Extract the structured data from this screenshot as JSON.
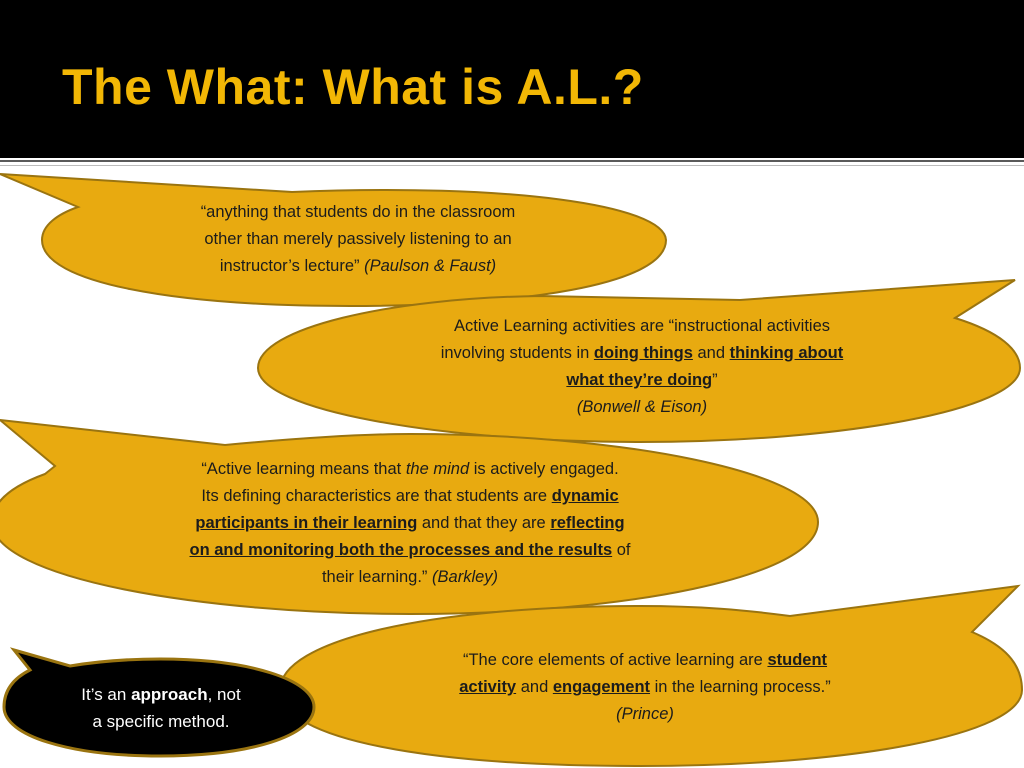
{
  "slide": {
    "title": "The What: What is A.L.?"
  },
  "colors": {
    "header_bg": "#000000",
    "title_color": "#f2b705",
    "bubble_fill": "#e8aa10",
    "bubble_stroke": "#9a7410",
    "dark_bubble_fill": "#000000",
    "dark_bubble_text": "#ffffff"
  },
  "bubbles": {
    "b1": {
      "l1": "“anything that students do in the classroom",
      "l2": "other than merely passively listening to an",
      "l3": "instructor’s lecture”",
      "cite": "(Paulson & Faust)"
    },
    "b2": {
      "l1": "Active Learning activities are “instructional activities",
      "l2": "involving students in",
      "em1": "doing things",
      "and": "and",
      "em2a": "thinking about",
      "em2b": "what they’re doing",
      "close": "”",
      "cite": "(Bonwell & Eison)"
    },
    "b3": {
      "p1": "“Active learning means that",
      "mind": "the mind",
      "p2": "is actively engaged.",
      "p3": "Its defining characteristics are that students are",
      "em1a": "dynamic",
      "em1b": "participants in their learning",
      "p4": "and that they are",
      "em2a": "reflecting",
      "em2b": "on and monitoring both the processes and the results",
      "p5": "of",
      "p6": "their learning.”",
      "cite": "(Barkley)"
    },
    "b4": {
      "p1": "“The core elements of active learning are",
      "em1a": "student",
      "em1b": "activity",
      "and": "and",
      "em2": "engagement",
      "p2": "in the learning process.”",
      "cite": "(Prince)"
    },
    "b5": {
      "p1": "It’s an",
      "em": "approach",
      "p2": ", not",
      "p3": "a specific method."
    }
  }
}
